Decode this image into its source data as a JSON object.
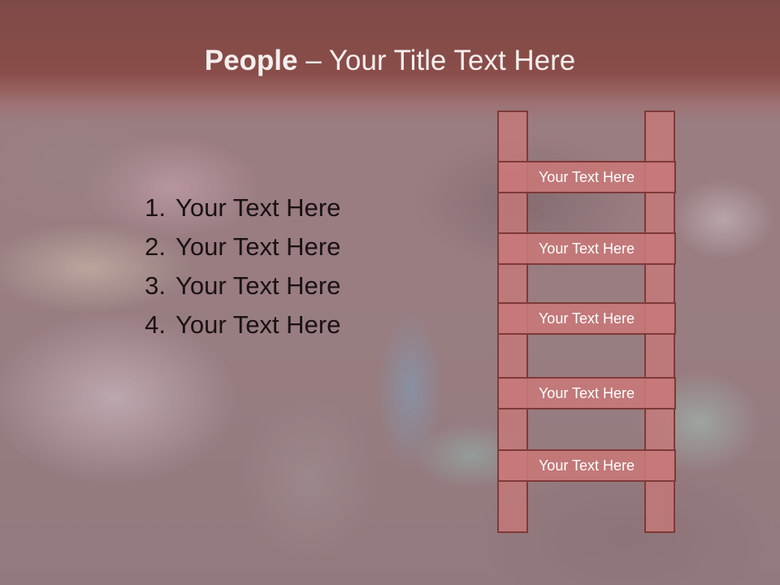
{
  "title": {
    "bold": "People",
    "rest": " – Your Title Text Here"
  },
  "list": [
    {
      "num": "1.",
      "text": "Your Text Here"
    },
    {
      "num": "2.",
      "text": "Your Text Here"
    },
    {
      "num": "3.",
      "text": "Your Text Here"
    },
    {
      "num": "4.",
      "text": "Your Text Here"
    }
  ],
  "ladder": {
    "rungs": [
      "Your Text Here",
      "Your Text Here",
      "Your Text Here",
      "Your Text Here",
      "Your Text Here"
    ],
    "colors": {
      "fill": "#c87878",
      "border": "#7e3a38",
      "text": "#ffffff"
    }
  },
  "colors": {
    "header": "#8a4d49",
    "title_text": "#f4efee",
    "body_text": "#1a1212"
  }
}
